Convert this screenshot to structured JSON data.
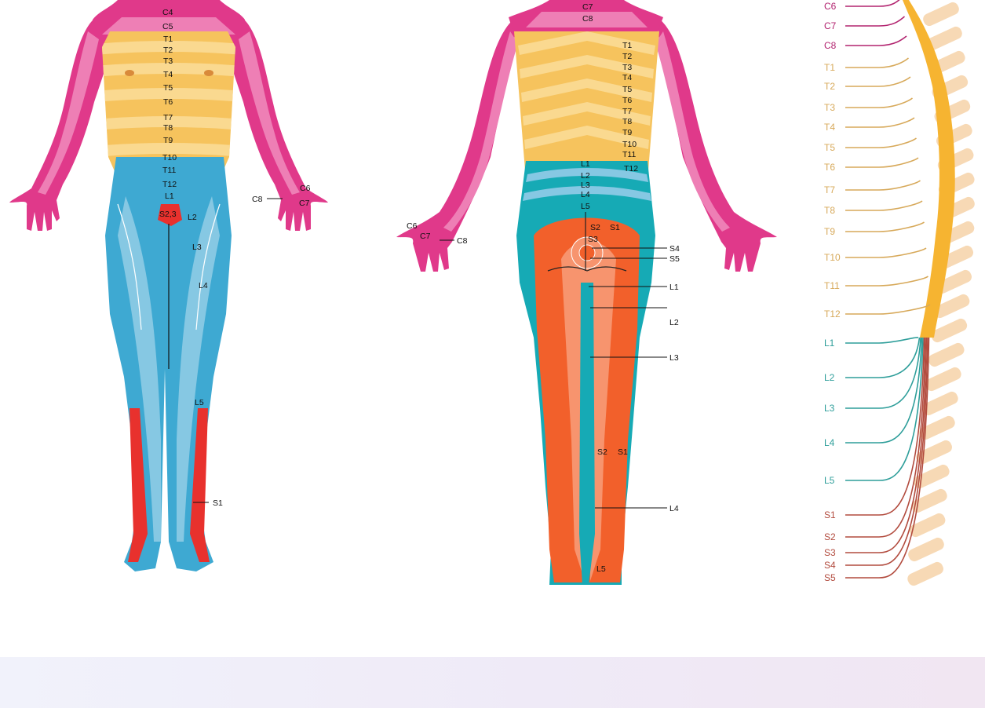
{
  "colors": {
    "cervical": "#e0398a",
    "cervical_light": "#ee7fb5",
    "thoracic": "#f6c35d",
    "thoracic_light": "#fad990",
    "lumbar": "#3ea9d2",
    "lumbar_light": "#86c8e3",
    "lumbar_teal": "#16aab5",
    "sacral": "#e8312d",
    "sacral_orange": "#f2602b",
    "sacral_light": "#f7946e",
    "cord": "#f6b431",
    "vertebra": "#f7d9b5"
  },
  "front": {
    "labels": {
      "c4": "C4",
      "c5": "C5",
      "t1": "T1",
      "t2": "T2",
      "t3": "T3",
      "t4": "T4",
      "t5": "T5",
      "t6": "T6",
      "t7": "T7",
      "t8": "T8",
      "t9": "T9",
      "t10": "T10",
      "t11": "T11",
      "t12": "T12",
      "l1": "L1",
      "s23": "S2,3",
      "l2": "L2",
      "l3": "L3",
      "l4": "L4",
      "l5": "L5",
      "s1": "S1",
      "c8": "C8",
      "c6": "C6",
      "c7": "C7"
    }
  },
  "back": {
    "labels": {
      "c7": "C7",
      "c8": "C8",
      "t1": "T1",
      "t2": "T2",
      "t3": "T3",
      "t4": "T4",
      "t5": "T5",
      "t6": "T6",
      "t7": "T7",
      "t8": "T8",
      "t9": "T9",
      "t10": "T10",
      "t11": "T11",
      "t12": "T12",
      "l1": "L1",
      "l2": "L2",
      "l3": "L3",
      "l4": "L4",
      "l5": "L5",
      "s2": "S2",
      "s1": "S1",
      "s3": "S3",
      "s4": "S4",
      "s5": "S5",
      "l1_out": "L1",
      "l2_out": "L2",
      "l3_out": "L3",
      "s2_leg": "S2",
      "s1_leg": "S1",
      "l4_out": "L4",
      "l5_foot": "L5",
      "c6_hand": "C6",
      "c7_hand": "C7",
      "c8_hand": "C8"
    }
  },
  "spine": {
    "labels": [
      "C6",
      "C7",
      "C8",
      "T1",
      "T2",
      "T3",
      "T4",
      "T5",
      "T6",
      "T7",
      "T8",
      "T9",
      "T10",
      "T11",
      "T12",
      "L1",
      "L2",
      "L3",
      "L4",
      "L5",
      "S1",
      "S2",
      "S3",
      "S4",
      "S5"
    ]
  }
}
